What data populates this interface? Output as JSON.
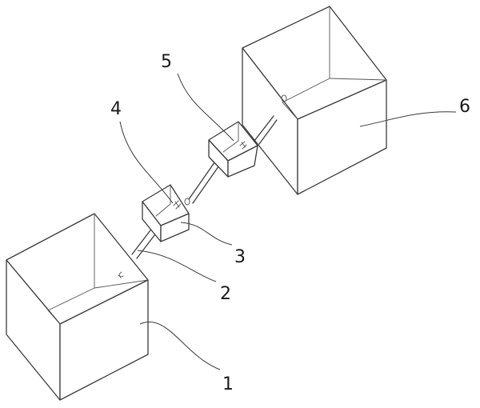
{
  "labels": {
    "part1": "1",
    "part2": "2",
    "part3": "3",
    "part4": "4",
    "part5": "5",
    "part6": "6"
  }
}
